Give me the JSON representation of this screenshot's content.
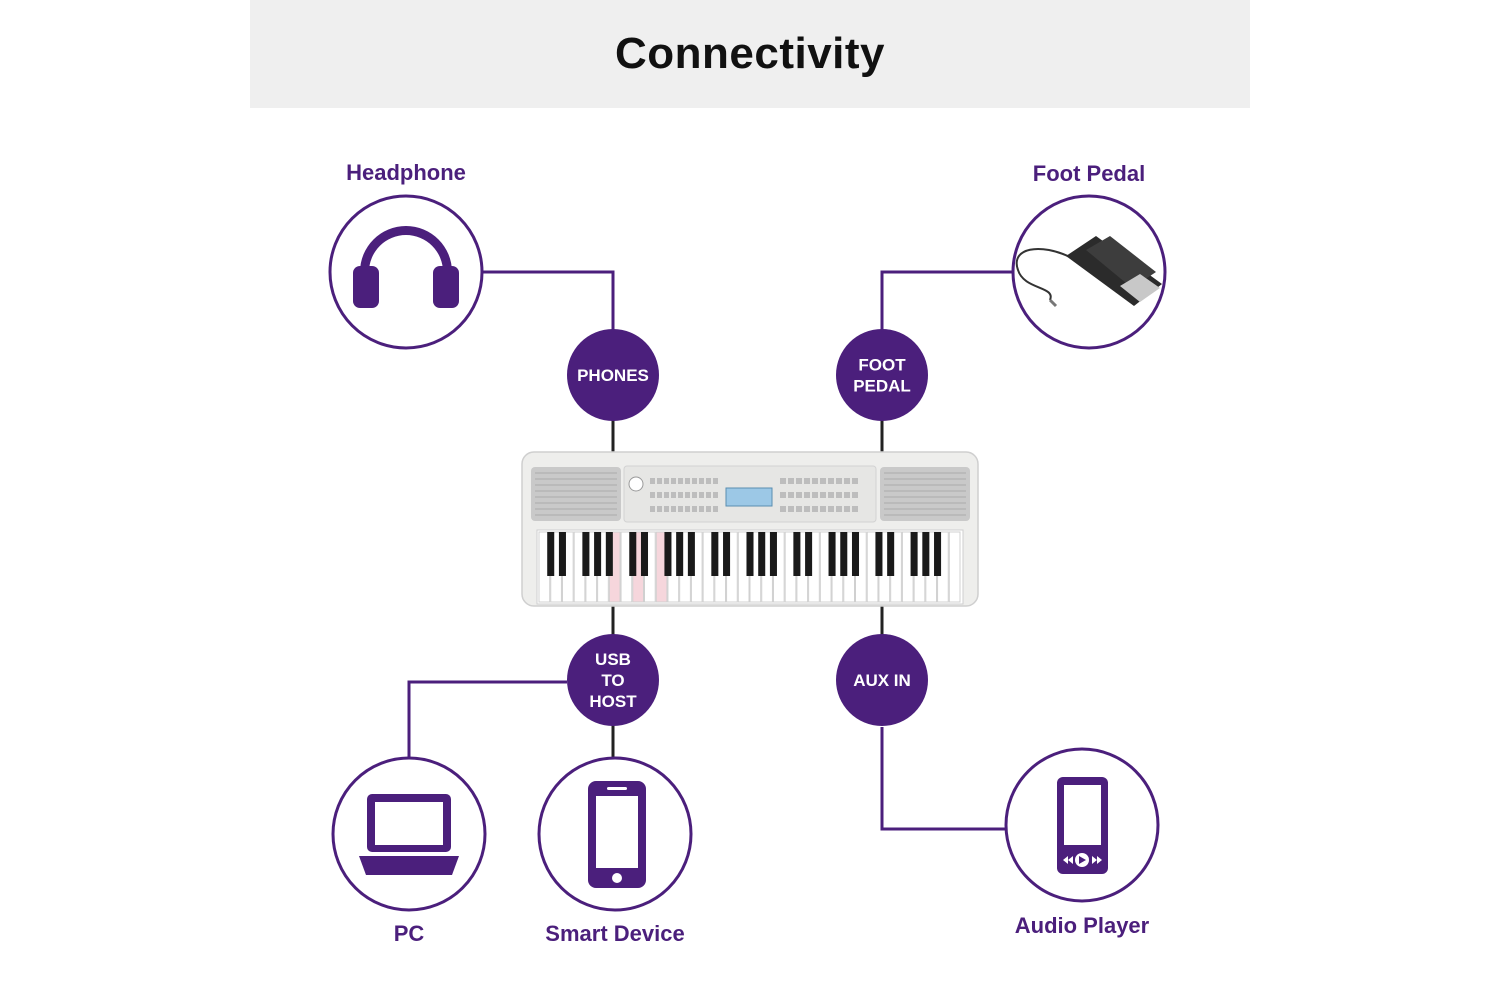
{
  "title": "Connectivity",
  "accent_color": "#4b1f7c",
  "devices": {
    "headphone": {
      "label": "Headphone",
      "icon": "headphone-icon"
    },
    "foot_pedal": {
      "label": "Foot Pedal",
      "icon": "foot-pedal-icon"
    },
    "pc": {
      "label": "PC",
      "icon": "laptop-icon"
    },
    "smart_device": {
      "label": "Smart Device",
      "icon": "smartphone-icon"
    },
    "audio_player": {
      "label": "Audio Player",
      "icon": "audio-player-icon"
    }
  },
  "ports": {
    "phones": {
      "lines": [
        "PHONES"
      ]
    },
    "foot_pedal": {
      "lines": [
        "FOOT",
        "PEDAL"
      ]
    },
    "usb_to_host": {
      "lines": [
        "USB",
        "TO",
        "HOST"
      ]
    },
    "aux_in": {
      "lines": [
        "AUX IN"
      ]
    }
  },
  "center": {
    "icon": "keyboard-icon"
  }
}
